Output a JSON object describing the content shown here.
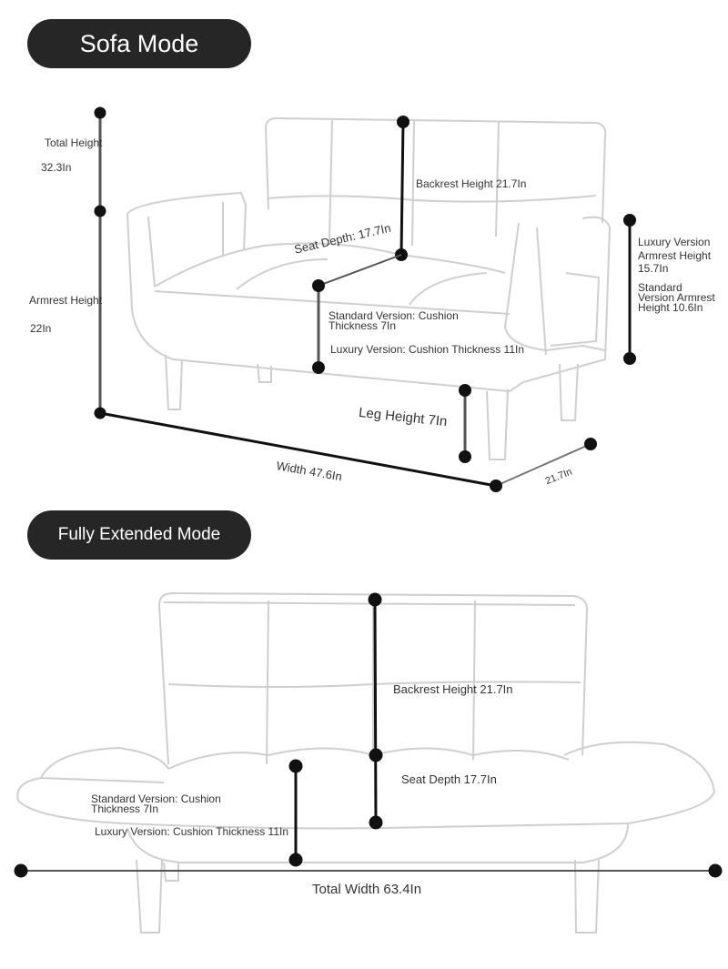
{
  "sofa_mode": {
    "title": "Sofa Mode",
    "total_height_label": "Total Height",
    "total_height_value": "32.3In",
    "armrest_height_label": "Armrest Height",
    "armrest_height_value": "22In",
    "backrest_height": "Backrest Height 21.7In",
    "seat_depth": "Seat Depth: 17.7In",
    "standard_cushion_line1": "Standard Version: Cushion",
    "standard_cushion_line2": "Thickness 7In",
    "luxury_cushion": "Luxury Version: Cushion Thickness 11In",
    "luxury_armrest_line1": "Luxury Version",
    "luxury_armrest_line2": "Armrest Height",
    "luxury_armrest_line3": "15.7In",
    "standard_armrest_line1": "Standard",
    "standard_armrest_line2": "Version Armrest",
    "standard_armrest_line3": "Height 10.6In",
    "leg_height": "Leg Height 7In",
    "width": "Width 47.6In",
    "depth": "21.7In"
  },
  "extended_mode": {
    "title": "Fully Extended Mode",
    "backrest_height": "Backrest Height 21.7In",
    "seat_depth": "Seat Depth 17.7In",
    "standard_cushion_line1": "Standard Version: Cushion",
    "standard_cushion_line2": "Thickness 7In",
    "luxury_cushion": "Luxury Version: Cushion Thickness 11In",
    "total_width": "Total Width 63.4In"
  }
}
